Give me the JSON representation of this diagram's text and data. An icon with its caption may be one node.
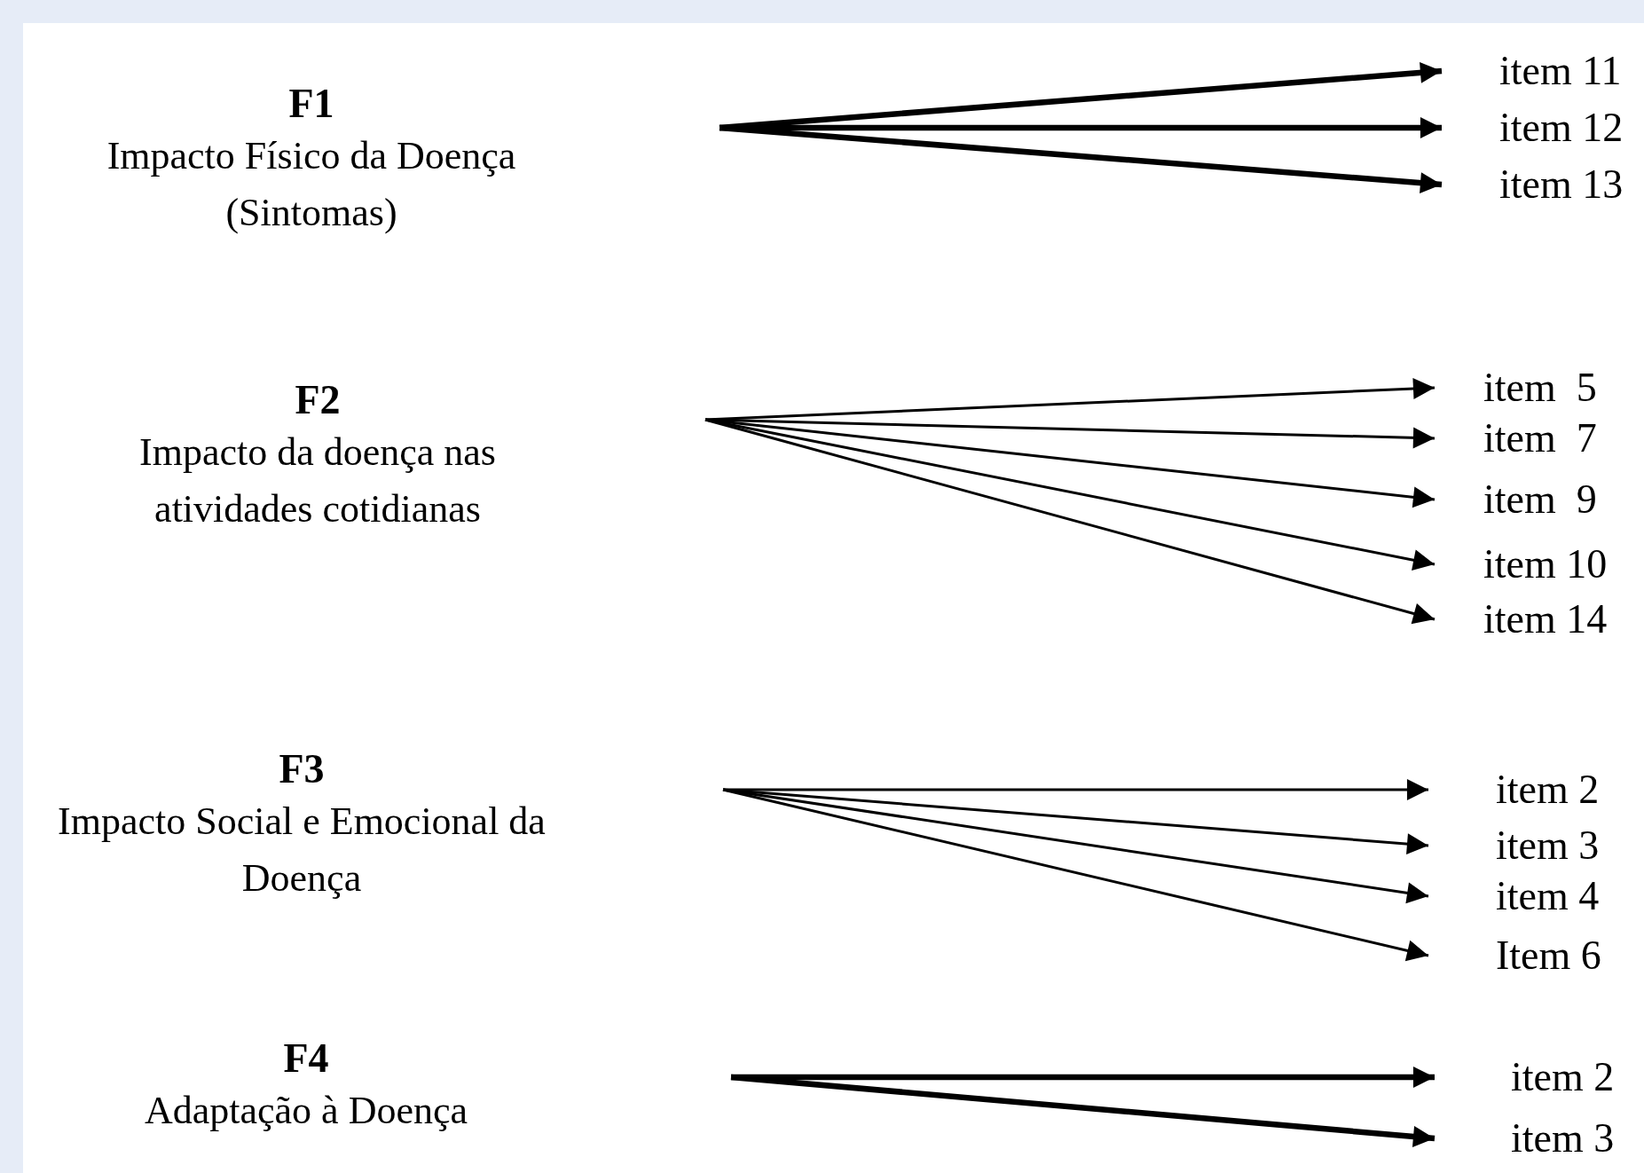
{
  "diagram": {
    "nodes": [
      {
        "text": [
          "F1",
          "Impacto Físico da Doença (Sintomas)"
        ]
      },
      {
        "text": [
          "item 11"
        ]
      },
      {
        "text": [
          "item 12"
        ]
      },
      {
        "text": [
          "item 13"
        ]
      },
      {
        "text": [
          "F2",
          "Impacto da doença nas atividades cotidianas"
        ]
      },
      {
        "text": [
          "item  5"
        ]
      },
      {
        "text": [
          "item  7"
        ]
      },
      {
        "text": [
          "item  9"
        ]
      },
      {
        "text": [
          "item 10"
        ]
      },
      {
        "text": [
          "item 14"
        ]
      },
      {
        "text": [
          "F3",
          "Impacto Social e Emocional da Doença"
        ]
      },
      {
        "text": [
          "item 2"
        ]
      },
      {
        "text": [
          "item 3"
        ]
      },
      {
        "text": [
          "item 4"
        ]
      },
      {
        "text": [
          "Item 6"
        ]
      },
      {
        "text": [
          "F4",
          "Adaptação à Doença"
        ]
      },
      {
        "text": [
          "item 2"
        ]
      },
      {
        "text": [
          "item 3"
        ]
      }
    ],
    "edges": [
      {
        "from": null,
        "to": 1,
        "arrow": "to",
        "style": "thick"
      },
      {
        "from": null,
        "to": 2,
        "arrow": "to",
        "style": "thick"
      },
      {
        "from": null,
        "to": 3,
        "arrow": "to",
        "style": "thick"
      },
      {
        "from": null,
        "to": 5,
        "arrow": "to"
      },
      {
        "from": null,
        "to": 6,
        "arrow": "to"
      },
      {
        "from": null,
        "to": 7,
        "arrow": "to"
      },
      {
        "from": null,
        "to": 8,
        "arrow": "to"
      },
      {
        "from": null,
        "to": 9,
        "arrow": "to"
      },
      {
        "from": null,
        "to": 11,
        "arrow": "to"
      },
      {
        "from": null,
        "to": 12,
        "arrow": "to"
      },
      {
        "from": null,
        "to": 13,
        "arrow": "to"
      },
      {
        "from": null,
        "to": 14,
        "arrow": "to"
      },
      {
        "from": null,
        "to": 16,
        "arrow": "to",
        "style": "thick"
      },
      {
        "from": null,
        "to": 17,
        "arrow": "to",
        "style": "thick"
      }
    ]
  }
}
